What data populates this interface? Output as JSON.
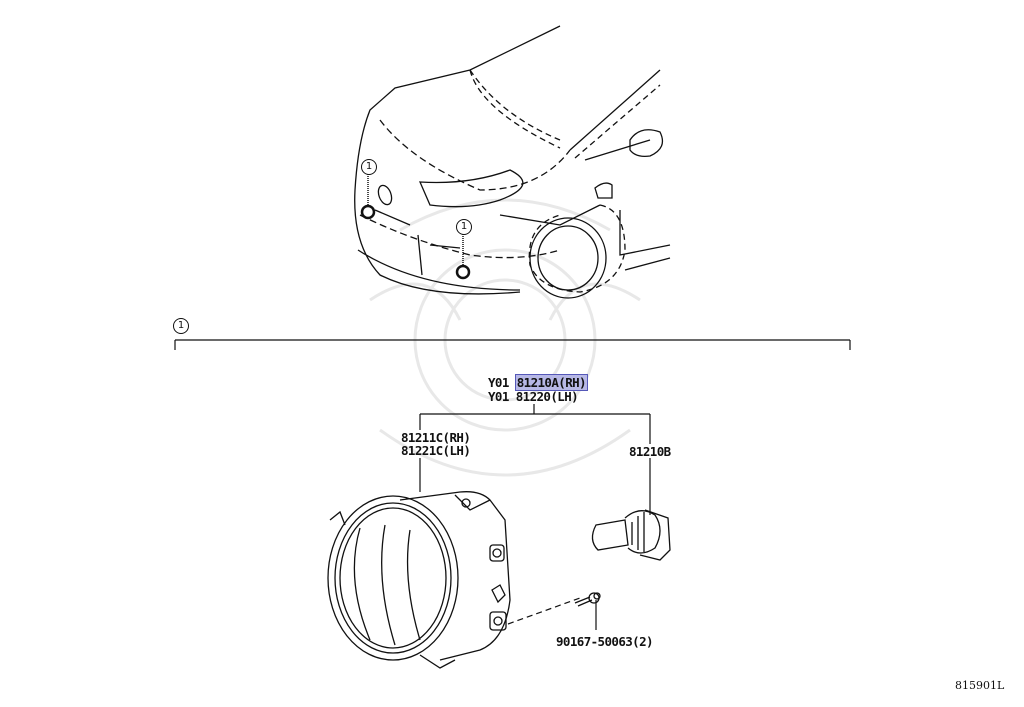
{
  "diagram": {
    "type": "parts-exploded-view",
    "callout_number": "1",
    "assembly_labels": [
      {
        "prefix": "Y01",
        "part": "81210A(RH)",
        "highlighted": true
      },
      {
        "prefix": "Y01",
        "part": "81220(LH)",
        "highlighted": false
      }
    ],
    "parts": {
      "lens_housing": {
        "rh": "81211C(RH)",
        "lh": "81221C(LH)"
      },
      "bulb": "81210B",
      "screw": "90167-50063(2)"
    },
    "illustration_code": "815901L",
    "colors": {
      "line": "#111111",
      "highlight_fill": "#b7b8e6",
      "highlight_border": "#5558b8",
      "watermark": "#e9e9e9"
    }
  }
}
